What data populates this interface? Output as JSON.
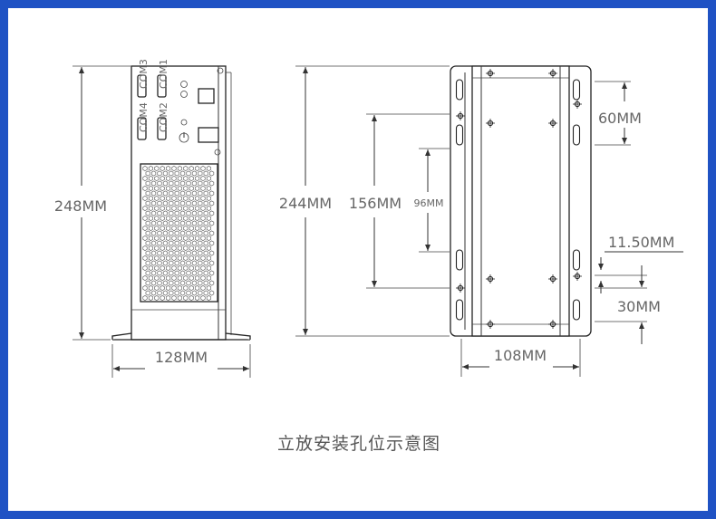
{
  "front_view": {
    "height_label": "248MM",
    "width_label": "128MM",
    "port_labels": [
      "COM3",
      "COM1",
      "COM4",
      "COM2"
    ]
  },
  "mount_view": {
    "height_label": "244MM",
    "hole_span_label": "156MM",
    "inner_span_label": "96MM",
    "top_hole_label": "60MM",
    "offset_label": "11.50MM",
    "bottom_hole_label": "30MM",
    "width_label": "108MM"
  },
  "caption": "立放安装孔位示意图",
  "colors": {
    "border": "#1f52c4",
    "background": "#ffffff",
    "line": "#333333",
    "text": "#666666"
  }
}
